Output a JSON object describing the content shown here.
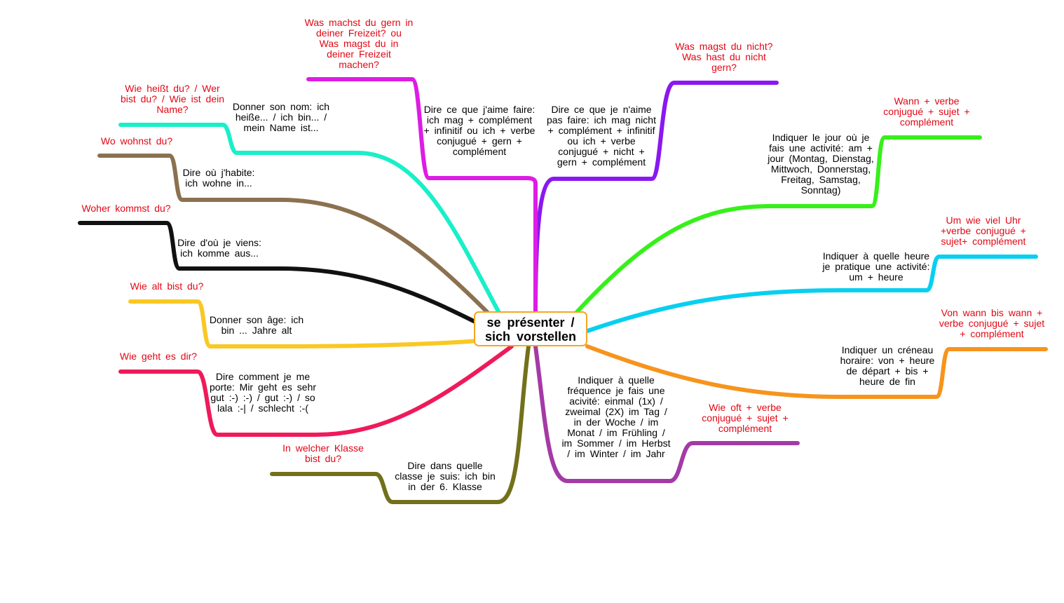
{
  "center": {
    "line1": "se présenter /",
    "line2": "sich vorstellen",
    "border_color": "#f5a623"
  },
  "branches": [
    {
      "id": "name",
      "color": "#19efc9",
      "description": "Donner son nom:        ich heiße... /           ich bin... /                 mein Name ist...",
      "question": "Wie heißt du? / Wer bist du? / Wie ist dein Name?"
    },
    {
      "id": "wohnort",
      "color": "#8b7150",
      "description": "Dire où j'habite: ich wohne in...",
      "question": "Wo wohnst du?"
    },
    {
      "id": "herkunft",
      "color": "#111111",
      "description": "Dire d'où je viens: ich komme aus...",
      "question": "Woher kommst du?"
    },
    {
      "id": "alter",
      "color": "#f9c823",
      "description": "Donner son âge: ich bin ... Jahre alt",
      "question": "Wie alt bist du?"
    },
    {
      "id": "befinden",
      "color": "#ee1a5a",
      "description": "Dire comment je me porte: Mir geht es sehr gut :-) :-)  / gut :-) / so lala :-| / schlecht :-(",
      "question": "Wie geht es dir?"
    },
    {
      "id": "klasse",
      "color": "#72701a",
      "description": "Dire dans quelle classe je suis: ich bin in der 6. Klasse",
      "question": "In welcher Klasse bist du?"
    },
    {
      "id": "haeufigkeit",
      "color": "#a43aa6",
      "description": "Indiquer à quelle fréquence je fais une acivité: einmal (1x) / zweimal (2X) im Tag / in der Woche / im Monat / im Frühling / im Sommer / im Herbst / im Winter / im Jahr",
      "question": "Wie oft + verbe conjugué + sujet + complément"
    },
    {
      "id": "zeitraum",
      "color": "#f6941e",
      "description": "Indiquer un créneau horaire: von + heure de départ + bis + heure de fin",
      "question": "Von wann bis wann + verbe conjugué + sujet + complément"
    },
    {
      "id": "uhrzeit",
      "color": "#08cff0",
      "description": "Indiquer à quelle heure je pratique une activité: um + heure",
      "question": "Um wie viel Uhr +verbe conjugué + sujet+ complément"
    },
    {
      "id": "tag",
      "color": "#37f01a",
      "description": "Indiquer le jour où je fais une activité: am + jour (Montag, Dienstag, Mittwoch, Donnerstag, Freitag, Samstag, Sonntag)",
      "question": "Wann + verbe conjugué + sujet + complément"
    },
    {
      "id": "magnicht",
      "color": "#8a18f0",
      "description": "Dire ce que je n'aime pas faire: ich mag nicht + complément + infinitif ou ich + verbe conjugué + nicht + gern + complément",
      "question": "Was magst du nicht? Was hast du nicht gern?"
    },
    {
      "id": "mag",
      "color": "#dd1ce4",
      "description": "Dire ce que j'aime faire: ich mag + complément + infinitif ou ich + verbe conjugué + gern + complément",
      "question": "Was machst du gern in deiner Freizeit? ou Was magst du in deiner Freizeit machen?"
    }
  ]
}
